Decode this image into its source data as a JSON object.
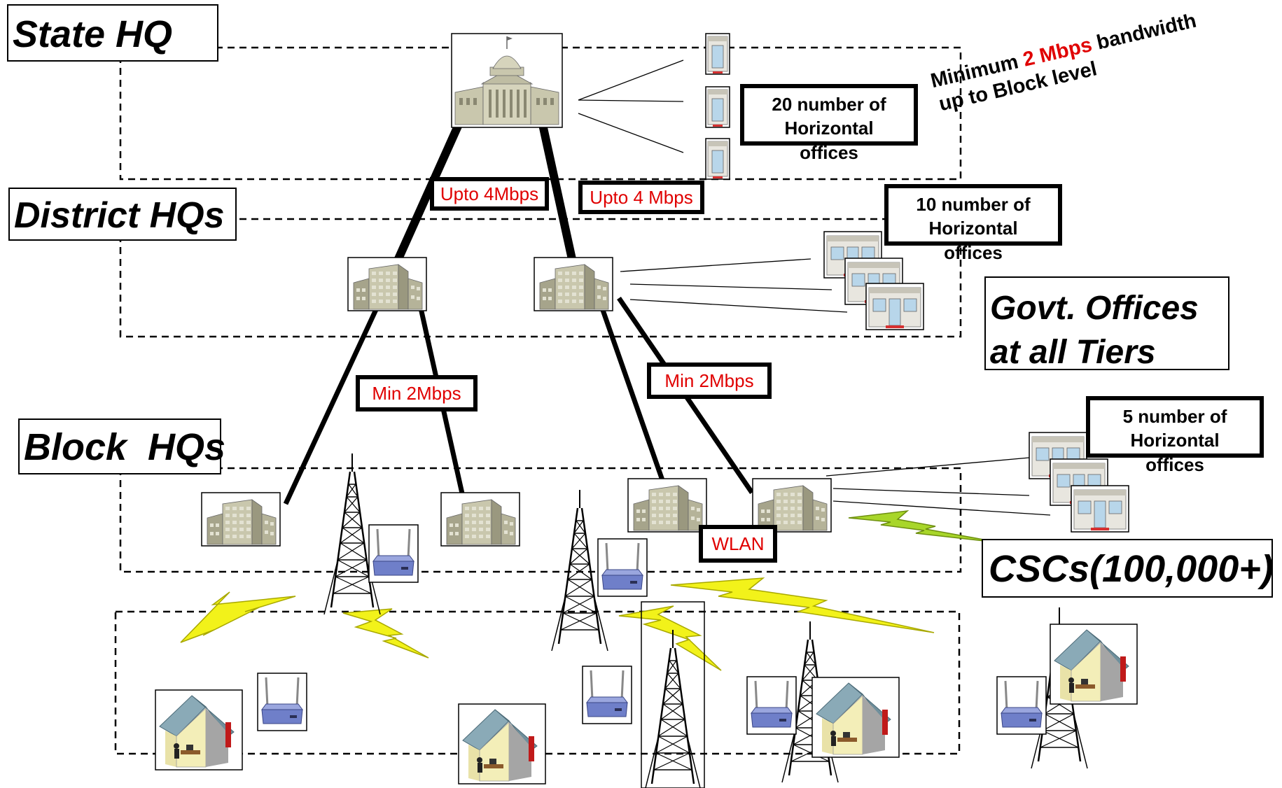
{
  "tiers": {
    "state": "State HQ",
    "district": "District HQs",
    "block": "Block  HQs",
    "govt_line1": "Govt. Offices",
    "govt_line2": "at all Tiers",
    "cscs": "CSCs(100,000+)"
  },
  "bandwidth_labels": {
    "state_left": "Upto 4Mbps",
    "state_right": "Upto 4 Mbps",
    "district_left": "Min 2Mbps",
    "district_right": "Min 2Mbps",
    "wlan": "WLAN"
  },
  "horizontal_offices": {
    "state": [
      "20 number of",
      "Horizontal",
      "offices"
    ],
    "district": [
      "10 number of",
      "Horizontal",
      "offices"
    ],
    "block": [
      "5 number of",
      "Horizontal",
      "offices"
    ]
  },
  "bandwidth_note": {
    "part1": "Minimum ",
    "highlight": "2 Mbps",
    "part2": " bandwidth",
    "line2": "up to Block level"
  },
  "colors": {
    "highlight": "#e00000",
    "building": "#c9c7ad",
    "router": "#6f7fc9",
    "lightning": "#f2f21a",
    "lightning_green": "#a8d62a"
  }
}
